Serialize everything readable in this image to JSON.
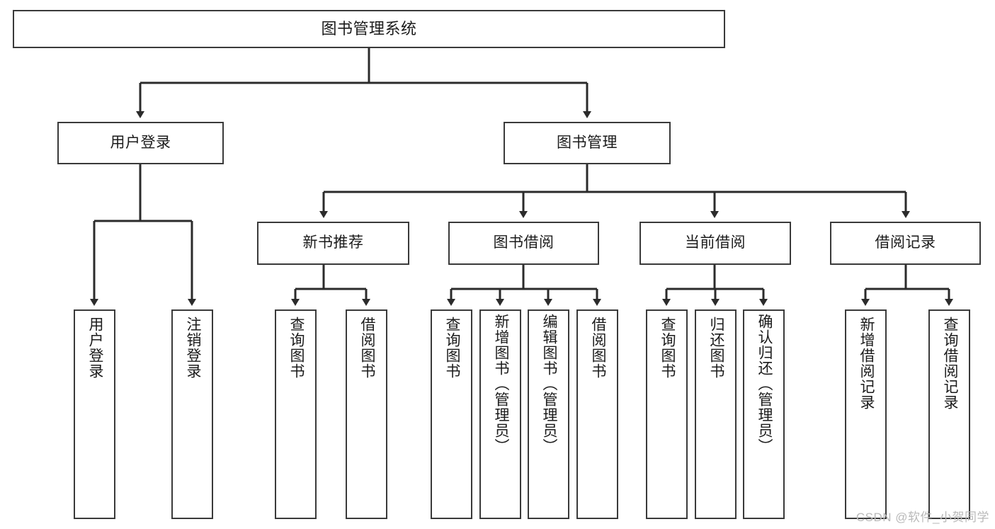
{
  "diagram": {
    "title": "图书管理系统",
    "type": "hierarchy-tree",
    "colors": {
      "box_border": "#3a3a3a",
      "box_fill": "#ffffff",
      "connector": "#2b2b2b",
      "text": "#1b1b1b",
      "watermark": "#b9b9b9"
    },
    "root": {
      "label": "图书管理系统"
    },
    "level2": [
      {
        "label": "用户登录"
      },
      {
        "label": "图书管理"
      }
    ],
    "level3": [
      {
        "label": "新书推荐"
      },
      {
        "label": "图书借阅"
      },
      {
        "label": "当前借阅"
      },
      {
        "label": "借阅记录"
      }
    ],
    "leaves": {
      "user_login": [
        {
          "label": "用户登录"
        },
        {
          "label": "注销登录"
        }
      ],
      "new_book_recommend": [
        {
          "label": "查询图书"
        },
        {
          "label": "借阅图书"
        }
      ],
      "book_borrow": [
        {
          "label": "查询图书"
        },
        {
          "label": "新增图书（管理员）"
        },
        {
          "label": "编辑图书（管理员）"
        },
        {
          "label": "借阅图书"
        }
      ],
      "current_borrow": [
        {
          "label": "查询图书"
        },
        {
          "label": "归还图书"
        },
        {
          "label": "确认归还（管理员）"
        }
      ],
      "borrow_record": [
        {
          "label": "新增借阅记录"
        },
        {
          "label": "查询借阅记录"
        }
      ]
    },
    "watermark": "CSDN @软件_小贺同学"
  }
}
